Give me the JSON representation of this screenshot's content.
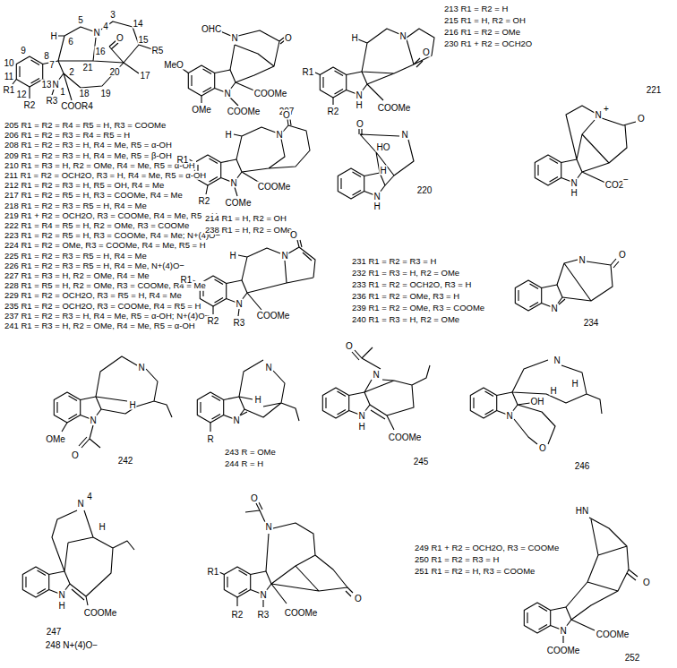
{
  "diagram": {
    "labels": [
      "H",
      "6",
      "5",
      "4",
      "3",
      "14",
      "N",
      "16",
      "O",
      "15",
      "R5",
      "21",
      "7",
      "20",
      "9",
      "8",
      "2",
      "17",
      "10",
      "11",
      "R1",
      "12",
      "R2",
      "13",
      "N",
      "1",
      "R3",
      "18",
      "19",
      "COOR4",
      "205 R1 = R2 = R4 = R5 = H, R3 = COOMe",
      "206 R1 = R2 = R3 = R4 = R5 = H",
      "208 R1 = R2 = R3 = H, R4 = Me, R5 = α-OH",
      "209 R1 = R2 = R3 = H, R4 = Me, R5 = β-OH",
      "210 R1 = R3 = H, R2 = OMe, R4 = Me, R5 = α-OH",
      "211 R1 = R2 = OCH2O, R3 = H, R4 = Me, R5 = α-OH",
      "212 R1 = R2 = R3 = H, R5 = OH, R4 = Me",
      "217 R1 = R2 = R5 = H, R3 = COOMe, R4 = Me",
      "218 R1 = R2 = R3 = R5 = H, R4 = Me",
      "219 R1 + R2 = OCH2O, R3 = COOMe, R4 = Me, R5 = H",
      "222 R1 = R4 = R5 = H, R2 = OMe, R3 = COOMe",
      "223 R1 = R2 = R5 = H, R3 = COOMe, R4 = Me; N+(4)O−",
      "224 R1 = R2 = OMe, R3 = COOMe, R4 = Me, R5 = H",
      "225 R1 = R2 = R3 = R5 = H, R4 = Me",
      "226 R1 = R2 = R3 = R5 = H, R4 = Me, N+(4)O−",
      "227 R1 = R3 = H, R2 = OMe, R4 = Me",
      "228 R1 = R5 = H, R2 = OMe, R3 = COOMe, R4 = Me",
      "229 R1 = R2 = OCH2O, R3 = R5 = H, R4 = Me",
      "235 R1 = R2 = OCH2O, R3 = COOMe, R4 = R5 = H",
      "237 R1 = R2 = R3 = H, R4 = Me, R5 = α-OH; N+(4)O−",
      "241 R1 = R3 = H, R2 = OMe, R4 = Me, R5 = α-OH",
      "OHC",
      "N",
      "O",
      "MeO",
      "OMe",
      "N",
      "COOMe",
      "COOMe",
      "207",
      "R1",
      "R2",
      "N",
      "H",
      "COOMe",
      "H",
      "N",
      "O",
      "213 R1 = R2 = H",
      "215 R1 = H, R2 = OH",
      "216 R1 = R2 = OMe",
      "230 R1 + R2 = OCH2O",
      "O",
      "H",
      "N",
      "R1",
      "R2",
      "N",
      "COMe",
      "COOMe",
      "214 R1 = H, R2 = OH",
      "238 R1 = H, R2 = OMe",
      "O",
      "HO",
      "N",
      "H",
      "N",
      "H",
      "220",
      "N",
      "+",
      "O",
      "N",
      "H",
      "CO2",
      "−",
      "221",
      "O",
      "H",
      "N",
      "R1",
      "R2",
      "N",
      "R3",
      "COOMe",
      "231 R1 = R2 = R3 = H",
      "232 R1 = R3 = H, R2 = OMe",
      "233 R1 = R2 = OCH2O, R3 = H",
      "236 R1 = R2 = OMe, R3 = H",
      "239 R1 = R2 = OMe, R3 = COOMe",
      "240 R1 = R3 = H, R2 = OMe",
      "N",
      "O",
      "N",
      "234",
      "N",
      "H",
      "OMe",
      "N",
      "O",
      "242",
      "N",
      "H",
      "R",
      "N",
      "243 R = OMe",
      "244 R = H",
      "O",
      "N",
      "N",
      "H",
      "COOMe",
      "245",
      "N",
      "H",
      "N",
      "OH",
      "H",
      "O",
      "246",
      "N",
      "4",
      "H",
      "N",
      "H",
      "COOMe",
      "247",
      "248 N+(4)O−",
      "O",
      "N",
      "R1",
      "R2",
      "N",
      "R3",
      "COOMe",
      "O",
      "249 R1 + R2 = OCH2O, R3 = COOMe",
      "250 R1 = R2 = R3 = H",
      "251 R1 = R2 = H, R3 = COOMe",
      "HN",
      "N",
      "COOMe",
      "COOMe",
      "O",
      "252"
    ]
  }
}
